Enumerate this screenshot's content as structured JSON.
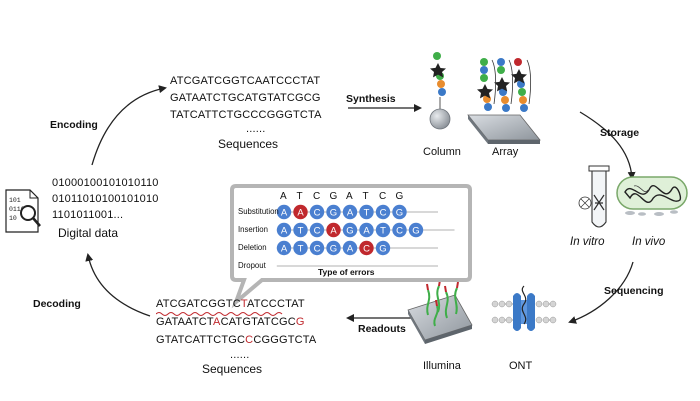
{
  "stages": {
    "encoding": "Encoding",
    "synthesis": "Synthesis",
    "storage": "Storage",
    "sequencing": "Sequencing",
    "readouts": "Readouts",
    "decoding": "Decoding"
  },
  "digital": {
    "lines": [
      "01000100101010110",
      "01011010100101010",
      "1101011001..."
    ],
    "label": "Digital data"
  },
  "sequences_top": {
    "lines": [
      "ATCGATCGGTCAATCCCTAT",
      "GATAATCTGCATGTATCGCG",
      "TATCATTCTGCCCGGGTCTA"
    ],
    "dots": "......",
    "label": "Sequences"
  },
  "sequences_bottom": {
    "line1": [
      "ATCGATCGGTC",
      "T",
      "ATCCCTAT"
    ],
    "line2": [
      "GATAATCT",
      "A",
      "CATGTATCGC",
      "G"
    ],
    "line3": [
      "GTATCATTCTGC",
      "C",
      "CGGGTCTA"
    ],
    "dots": "......",
    "label": "Sequences"
  },
  "synthesis_methods": {
    "column": "Column",
    "array": "Array"
  },
  "storage_modes": {
    "in_vitro": "In vitro",
    "in_vivo": "In vivo"
  },
  "platforms": {
    "illumina": "Illumina",
    "ont": "ONT"
  },
  "errors": {
    "header": [
      "A",
      "T",
      "C",
      "G",
      "A",
      "T",
      "C",
      "G"
    ],
    "rows": [
      {
        "label": "Substitution",
        "bases": [
          "A",
          "A",
          "C",
          "G",
          "A",
          "T",
          "C",
          "G"
        ],
        "red": [
          1
        ]
      },
      {
        "label": "Insertion",
        "bases": [
          "A",
          "T",
          "C",
          "A",
          "G",
          "A",
          "T",
          "C",
          "G"
        ],
        "red": [
          3
        ]
      },
      {
        "label": "Deletion",
        "bases": [
          "A",
          "T",
          "C",
          "G",
          "A",
          "C",
          "G"
        ],
        "red": [
          5
        ]
      },
      {
        "label": "Dropout",
        "bases": [],
        "red": []
      }
    ],
    "title": "Type of errors"
  },
  "colors": {
    "blue_base": "#4a7fd0",
    "red_base": "#c0282d",
    "arrow": "#222222",
    "callout_border": "#b5b5b5"
  }
}
